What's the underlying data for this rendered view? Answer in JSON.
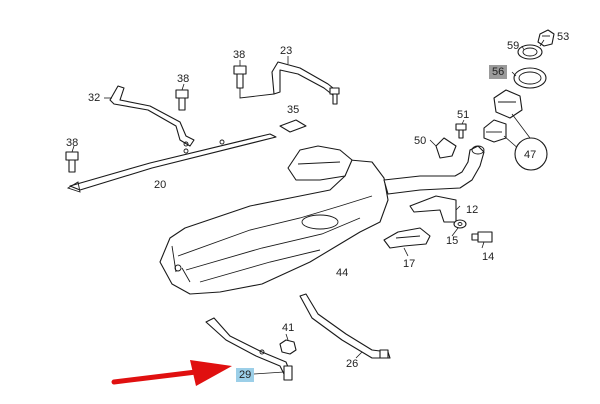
{
  "callouts": {
    "p38a": "38",
    "p23": "23",
    "p38b": "38",
    "p32": "32",
    "p35": "35",
    "p38c": "38",
    "p20": "20",
    "p59": "59",
    "p53": "53",
    "p56": "56",
    "p51": "51",
    "p50": "50",
    "p47": "47",
    "p12": "12",
    "p15": "15",
    "p14": "14",
    "p17": "17",
    "p44": "44",
    "p41": "41",
    "p26": "26",
    "p29": "29"
  },
  "colors": {
    "highlight_grey": "#9a9a9a",
    "highlight_blue": "#9ccfe8",
    "arrow": "#e01010",
    "line": "#1a1a1a"
  }
}
